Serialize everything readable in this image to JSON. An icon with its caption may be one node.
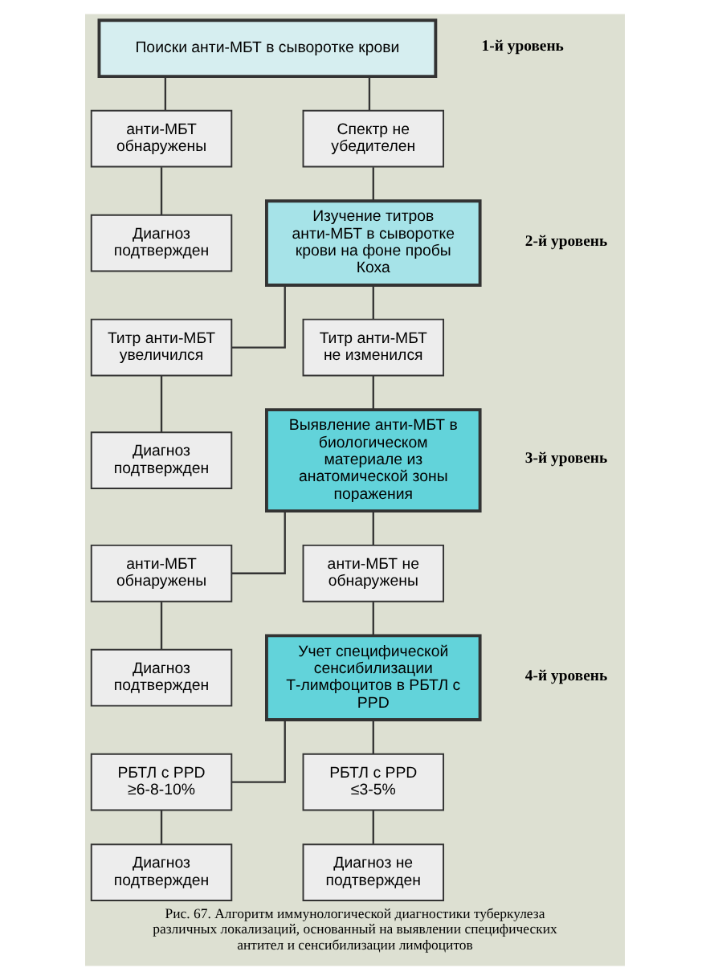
{
  "diagram": {
    "caption": "Рис. 67. Алгоритм иммунологической диагностики туберкулеза различных локализаций, основанный на выявлении специфических антител и сенсибилизации лимфоцитов",
    "nodes": [
      {
        "text": [
          "Поиски анти-МБТ в сыворотке крови"
        ]
      },
      {
        "text": [
          "анти-МБТ обнаружены"
        ]
      },
      {
        "text": [
          "Спектр не убедителен"
        ]
      },
      {
        "text": [
          "Диагноз подтвержден"
        ]
      },
      {
        "text": [
          "Изучение титров анти-МБТ в сыворотке крови на фоне пробы Коха"
        ]
      },
      {
        "text": [
          "Титр анти-МБТ увеличился"
        ]
      },
      {
        "text": [
          "Титр анти-МБТ не изменился"
        ]
      },
      {
        "text": [
          "Диагноз подтвержден"
        ]
      },
      {
        "text": [
          "Выявление анти-МБТ в биологическом материале из анатомической зоны поражения"
        ]
      },
      {
        "text": [
          "анти-МБТ обнаружены"
        ]
      },
      {
        "text": [
          "анти-МБТ не обнаружены"
        ]
      },
      {
        "text": [
          "Диагноз подтвержден"
        ]
      },
      {
        "text": [
          "Учет специфической сенсибилизации Т-лимфоцитов в РБТЛ с PPD"
        ]
      },
      {
        "text": [
          "РБТЛ с PPD ≥6-8-10%"
        ]
      },
      {
        "text": [
          "РБТЛ с PPD ≤3-5%"
        ]
      },
      {
        "text": [
          "Диагноз подтвержден"
        ]
      },
      {
        "text": [
          "Диагноз не подтвержден"
        ]
      }
    ],
    "edges": [
      {
        "from": 0,
        "to": 1,
        "arrow": "none"
      },
      {
        "from": 0,
        "to": 2,
        "arrow": "none"
      },
      {
        "from": 1,
        "to": 3,
        "arrow": "none"
      },
      {
        "from": 2,
        "to": 4,
        "arrow": "none"
      },
      {
        "from": 4,
        "to": 5,
        "arrow": "none"
      },
      {
        "from": 4,
        "to": 6,
        "arrow": "none"
      },
      {
        "from": 5,
        "to": 7,
        "arrow": "none"
      },
      {
        "from": 6,
        "to": 8,
        "arrow": "none"
      },
      {
        "from": 8,
        "to": 9,
        "arrow": "none"
      },
      {
        "from": 8,
        "to": 10,
        "arrow": "none"
      },
      {
        "from": 9,
        "to": 11,
        "arrow": "none"
      },
      {
        "from": 10,
        "to": 12,
        "arrow": "none"
      },
      {
        "from": 12,
        "to": 13,
        "arrow": "none"
      },
      {
        "from": 12,
        "to": 14,
        "arrow": "none"
      },
      {
        "from": 13,
        "to": 15,
        "arrow": "none"
      },
      {
        "from": 14,
        "to": 16,
        "arrow": "none"
      }
    ],
    "labels": [
      "1-й уровень",
      "2-й уровень",
      "3-й уровень",
      "4-й уровень"
    ]
  }
}
